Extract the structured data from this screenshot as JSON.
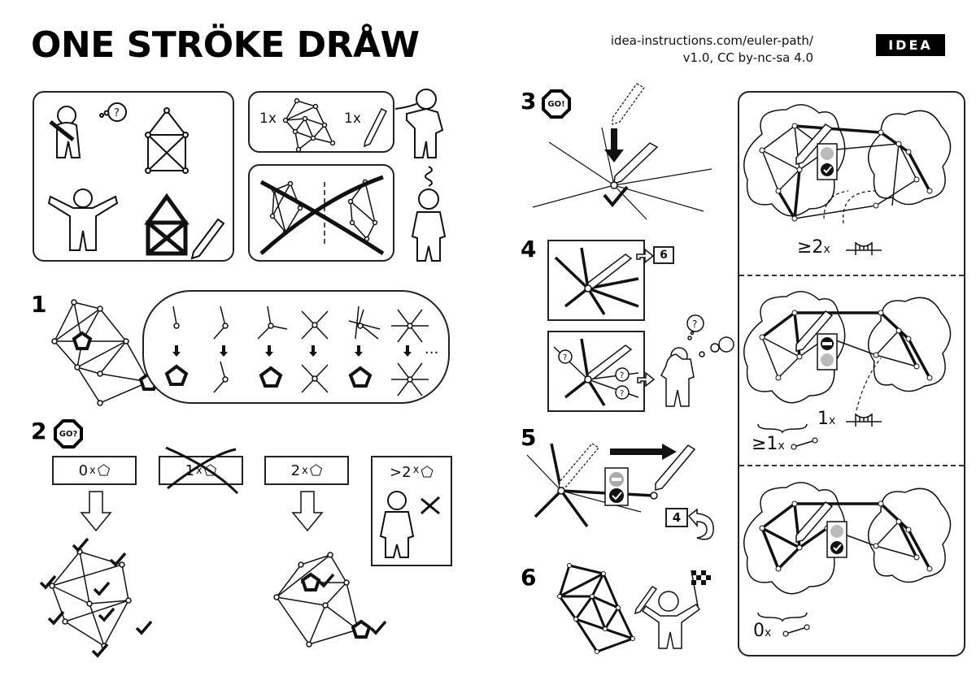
{
  "header": {
    "title": "ONE STRÖKE DRÅW",
    "url": "idea-instructions.com/euler-path/",
    "version": "v1.0, CC by-nc-sa 4.0",
    "logo": "IDEA"
  },
  "intro": {
    "supplies": {
      "graph_count": "1x",
      "pencil_count": "1x"
    },
    "icons": [
      "question-thought-icon",
      "house-graph-icon",
      "drawn-house-icon",
      "crossed-out-lifts-icon"
    ]
  },
  "steps": [
    {
      "number": "1",
      "caption": "",
      "note": "..."
    },
    {
      "number": "2",
      "badge": "GO?",
      "cases": [
        {
          "count": "0",
          "x": "x",
          "valid": true
        },
        {
          "count": "1",
          "x": "x",
          "valid": false
        },
        {
          "count": "2",
          "x": "x",
          "valid": true
        },
        {
          "count": ">2",
          "x": "x",
          "valid": false
        }
      ]
    },
    {
      "number": "3",
      "badge": "GO!"
    },
    {
      "number": "4",
      "goto": "6"
    },
    {
      "number": "5",
      "goto": "4"
    },
    {
      "number": "6"
    }
  ],
  "bridges": [
    {
      "label": "≥2",
      "x": "x",
      "icon": "bridge-icon"
    },
    {
      "label": "1",
      "x": "x",
      "icon": "bridge-icon",
      "sub_label": "≥1",
      "sub_x": "x",
      "sub_icon": "edge-icon"
    },
    {
      "label": "0",
      "x": "x",
      "icon": "edge-icon"
    }
  ],
  "colors": {
    "ink": "#111111",
    "paper": "#ffffff",
    "logo_bg": "#000000",
    "signal_gray": "#999999"
  }
}
